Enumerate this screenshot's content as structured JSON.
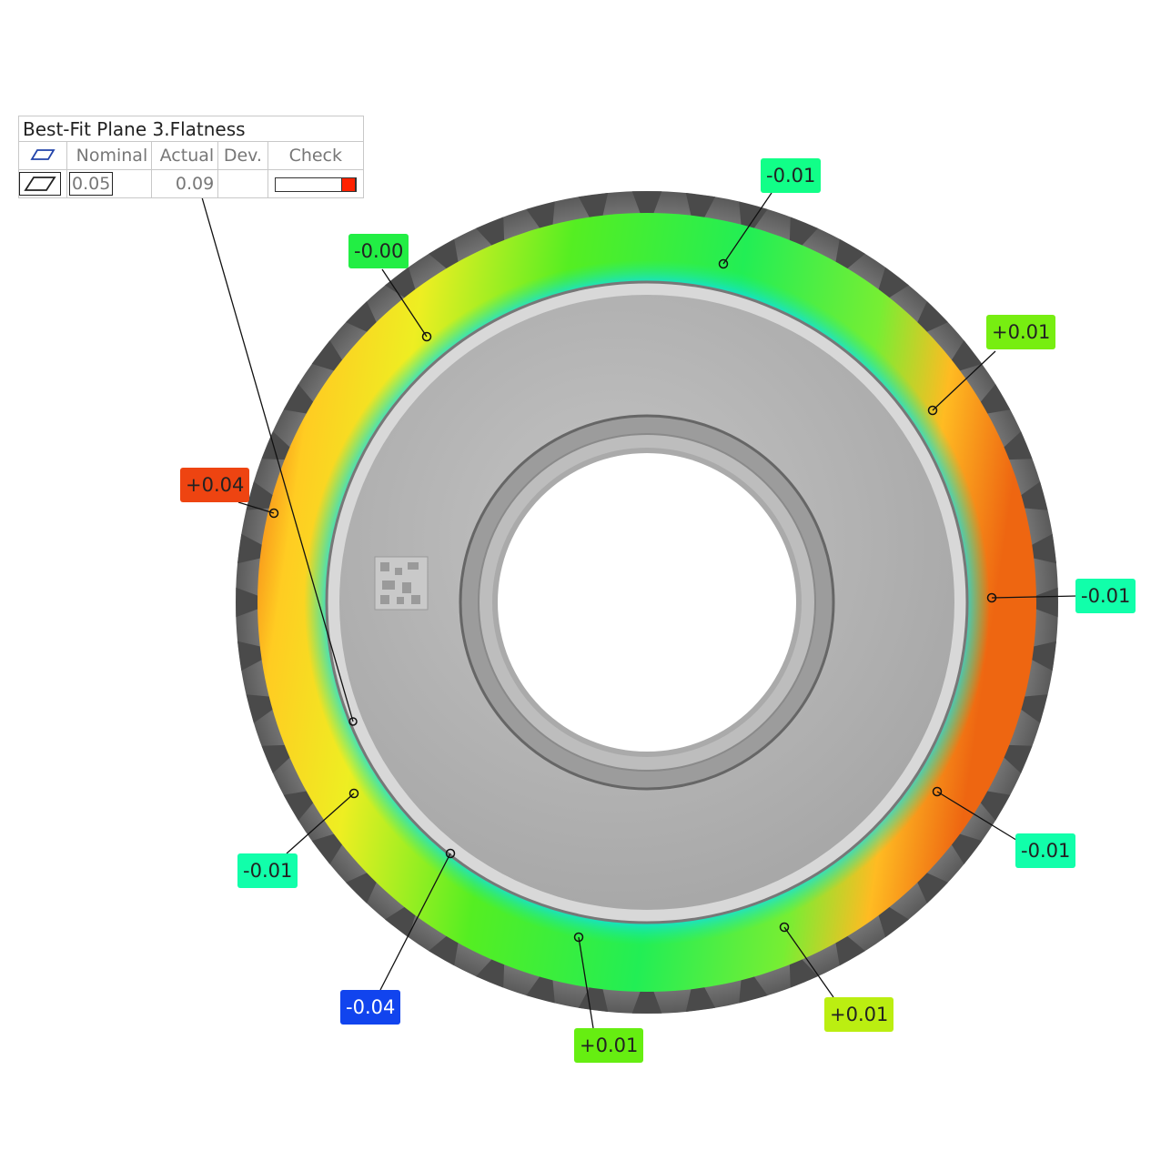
{
  "table": {
    "title": "Best-Fit Plane 3.Flatness",
    "headers": {
      "nominal": "Nominal",
      "actual": "Actual",
      "dev": "Dev.",
      "check": "Check"
    },
    "row": {
      "nominal": "0.05",
      "actual": "0.09",
      "dev": ""
    },
    "check_color": "#ff2200",
    "symbol_icon": "flatness-parallelogram-icon"
  },
  "callouts": [
    {
      "id": "c1",
      "text": "-0.01",
      "color": "#11ff88"
    },
    {
      "id": "c2",
      "text": "-0.00",
      "color": "#22ee44"
    },
    {
      "id": "c3",
      "text": "+0.01",
      "color": "#77ee11"
    },
    {
      "id": "c4",
      "text": "+0.04",
      "color": "#ee4411"
    },
    {
      "id": "c5",
      "text": "-0.01",
      "color": "#11ffaa"
    },
    {
      "id": "c6",
      "text": "-0.01",
      "color": "#11ffaa"
    },
    {
      "id": "c7",
      "text": "-0.01",
      "color": "#11ffaa"
    },
    {
      "id": "c8",
      "text": "-0.04",
      "color": "#1144ee",
      "text_color": "#ffffff"
    },
    {
      "id": "c9",
      "text": "+0.01",
      "color": "#66ee11"
    },
    {
      "id": "c10",
      "text": "+0.01",
      "color": "#bbee11"
    }
  ],
  "colors": {
    "part_gray": "#b4b4b4",
    "part_dark": "#6a6a6a",
    "map_red": "#ee4411",
    "map_yellow": "#eeee22",
    "map_green": "#22ee33",
    "map_cyan": "#11eeee",
    "map_blue": "#1155ee"
  }
}
